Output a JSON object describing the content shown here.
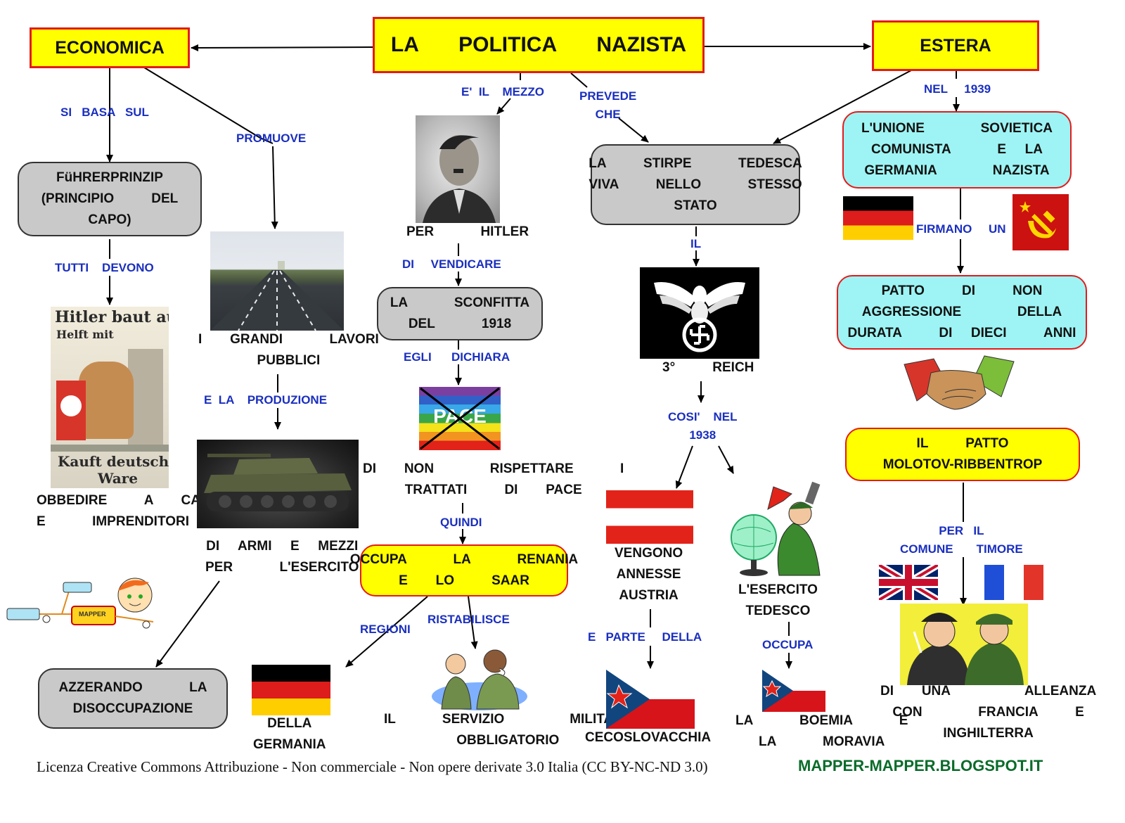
{
  "title": "LA    POLITICA    NAZISTA",
  "branches": {
    "economica": "ECONOMICA",
    "estera": "ESTERA"
  },
  "economica": {
    "link_basa": "SI   BASA   SUL",
    "fuhrer_box": "FüHRERPRINZIP\n(PRINCIPIO    DEL\nCAPO)",
    "link_devono": "TUTTI    DEVONO",
    "poster_title": "Hitler baut auf",
    "poster_sub": "Helft mit",
    "poster_bottom": "Kauft deutsche\nWare",
    "obbedire": "OBBEDIRE    A   CAPI\nE     IMPRENDITORI",
    "link_promuove": "PROMUOVE",
    "lavori": "I   GRANDI     LAVORI\nPUBBLICI",
    "link_produzione": "E  LA    PRODUZIONE",
    "armi": "DI  ARMI  E  MEZZI\nPER     L'ESERCITO",
    "azzerando_box": "AZZERANDO     LA\nDISOCCUPAZIONE",
    "mapper_tag": "MAPPER"
  },
  "centro": {
    "link_mezzo": "E'  IL    MEZZO",
    "per_hitler": "PER     HITLER",
    "link_vendicare": "DI     VENDICARE",
    "sconfitta_box": "LA     SCONFITTA\nDEL     1918",
    "link_dichiara": "EGLI      DICHIARA",
    "pace_flag": "PACE",
    "rispettare": "DI   NON      RISPETTARE     I\nTRATTATI    DI   PACE",
    "link_quindi": "QUINDI",
    "renania_box": "OCCUPA     LA     RENANIA\nE   LO    SAAR",
    "link_regioni": "REGIONI",
    "link_ristabilisce": "RISTABILISCE",
    "germania": "DELLA\nGERMANIA",
    "servizio": "IL     SERVIZIO       MILITARE\nOBBLIGATORIO"
  },
  "stirpe": {
    "link_prevede": "PREVEDE\nCHE",
    "stirpe_box": "LA    STIRPE     TEDESCA\nVIVA    NELLO     STESSO\nSTATO",
    "link_il": "IL",
    "reich": "3°    REICH",
    "link_cosi": "COSI'    NEL\n1938",
    "annesse": "VENGONO\nANNESSE\nAUSTRIA",
    "link_parte": "E   PARTE     DELLA",
    "cecoslovacchia": "CECOSLOVACCHIA",
    "esercito": "L'ESERCITO\nTEDESCO",
    "link_occupa": "OCCUPA",
    "boemia": "LA     BOEMIA     E\nLA     MORAVIA"
  },
  "estera": {
    "link_1939": "NEL     1939",
    "unione_box": "L'UNIONE      SOVIETICA\nCOMUNISTA     E  LA\nGERMANIA      NAZISTA",
    "link_firmano": "FIRMANO     UN",
    "patto_box": "PATTO    DI    NON\nAGGRESSIONE      DELLA\nDURATA    DI  DIECI    ANNI",
    "molotov_box": "IL    PATTO\nMOLOTOV-RIBBENTROP",
    "link_timore": "PER   IL\nCOMUNE       TIMORE",
    "alleanza": "DI   UNA        ALLEANZA\nCON      FRANCIA    E\nINGHILTERRA"
  },
  "footer": {
    "license": "Licenza Creative Commons Attribuzione - Non commerciale - Non opere derivate 3.0 Italia (CC BY-NC-ND 3.0)",
    "blog": "MAPPER-MAPPER.BLOGSPOT.IT"
  },
  "colors": {
    "link_blue": "#1a2fbf",
    "box_yellow": "#ffff00",
    "box_border_red": "#e31b1b",
    "box_gray": "#c9c9c9",
    "box_cyan": "#9ef4f4",
    "footer_green": "#0a6b2a"
  }
}
